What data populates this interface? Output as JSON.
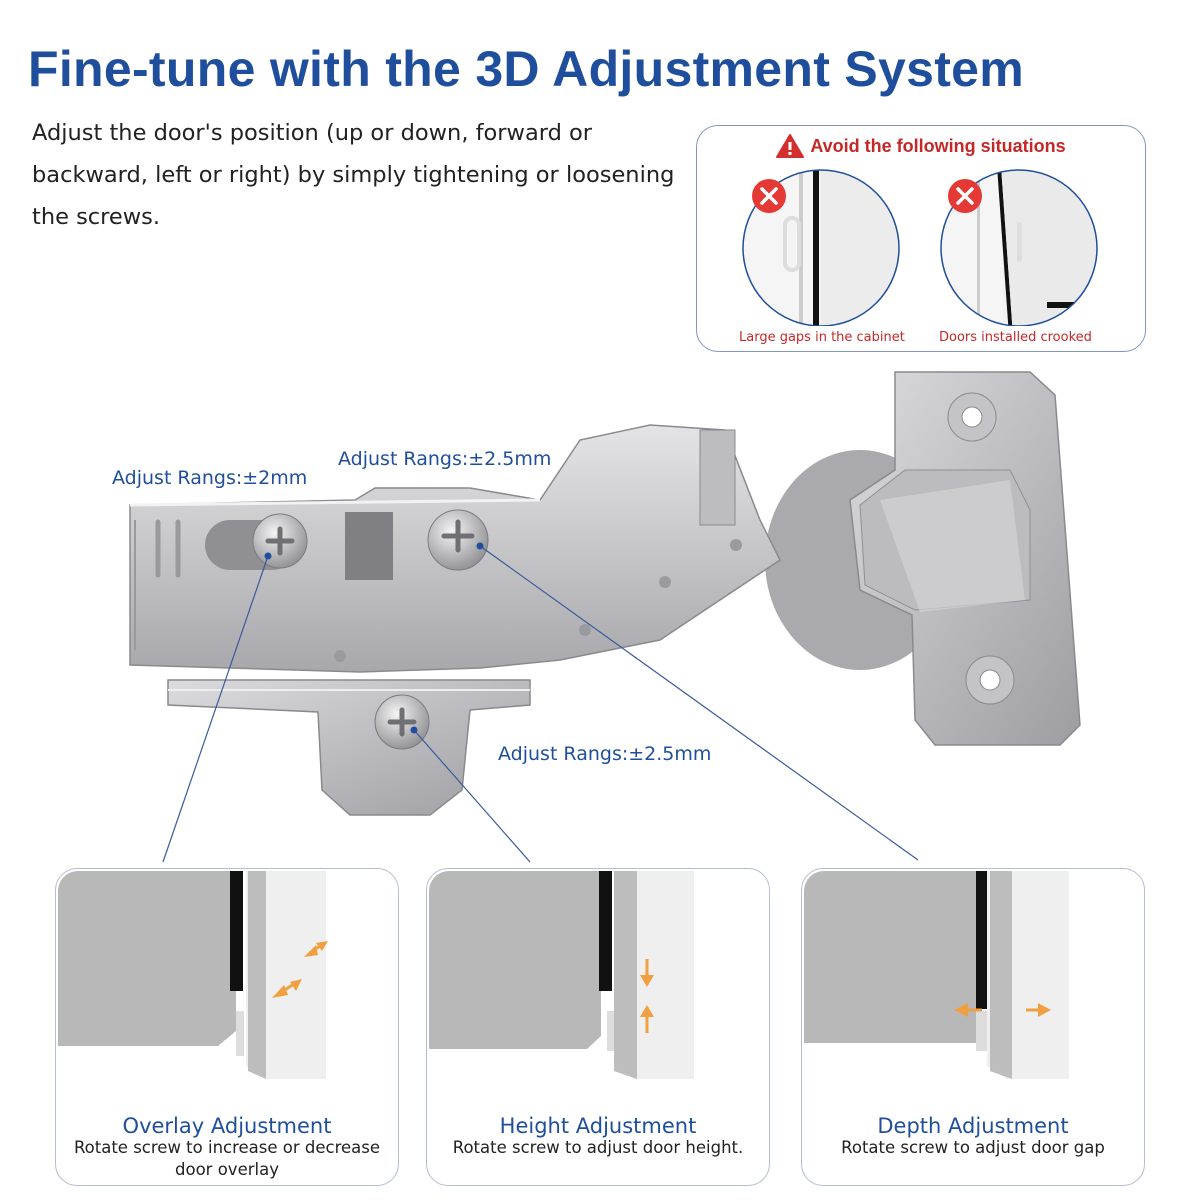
{
  "title": "Fine-tune with the 3D Adjustment System",
  "description": "Adjust the door's position (up or down, forward or backward, left or right) by simply tightening or loosening the screws.",
  "warning": {
    "heading": "Avoid the following situations",
    "cases": [
      {
        "caption": "Large gaps in the cabinet",
        "icon": "x-circle-icon"
      },
      {
        "caption": "Doors installed crooked",
        "icon": "x-circle-icon"
      }
    ],
    "icon": "warning-triangle-icon"
  },
  "callouts": [
    {
      "label": "Adjust Rangs:±2mm"
    },
    {
      "label": "Adjust Rangs:±2.5mm"
    },
    {
      "label": "Adjust Rangs:±2.5mm"
    }
  ],
  "cards": [
    {
      "title": "Overlay Adjustment",
      "text": "Rotate screw to increase or decrease door overlay"
    },
    {
      "title": "Height Adjustment",
      "text": "Rotate screw to adjust door height."
    },
    {
      "title": "Depth Adjustment",
      "text": "Rotate screw to adjust door gap"
    }
  ],
  "colors": {
    "title_blue": "#1f4f9c",
    "warning_red": "#c62828",
    "arrow_orange": "#f0a040",
    "metal": "#c9c9cc"
  }
}
